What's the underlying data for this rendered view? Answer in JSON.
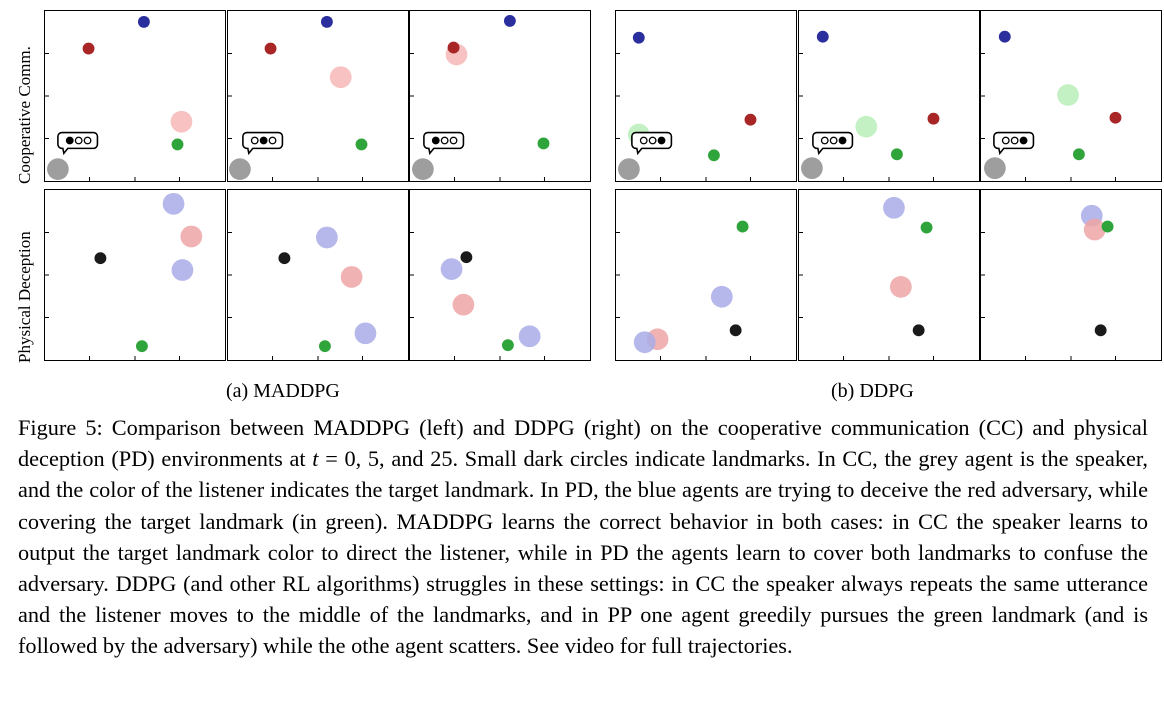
{
  "row_labels": {
    "top": "Cooperative Comm.",
    "bottom": "Physical Deception"
  },
  "subcaptions": {
    "left": "(a) MADDPG",
    "right": "(b) DDPG"
  },
  "caption": {
    "label": "Figure 5:",
    "text_before_t": " Comparison between MADDPG (left) and DDPG (right) on the cooperative communication (CC) and physical deception (PD) environments at ",
    "t_var": "t",
    "text_after_t": " = 0, 5, and 25.  Small dark circles indicate landmarks. In CC, the grey agent is the speaker, and the color of the listener indicates the target landmark. In PD, the blue agents are trying to deceive the red adversary, while covering the target landmark (in green). MADDPG learns the correct behavior in both cases: in CC the speaker learns to output the target landmark color to direct the listener, while in PD the agents learn to cover both landmarks to confuse the adversary. DDPG (and other RL algorithms) struggles in these settings: in CC the speaker always repeats the same utterance and the listener moves to the middle of the landmarks, and in PP one agent greedily pursues the green landmark (and is followed by the adversary) while the othe agent scatters. See video for full trajectories."
  },
  "colors": {
    "landmark_blue": "#2b2f9e",
    "landmark_red": "#a82626",
    "landmark_green": "#2fa43a",
    "landmark_black": "#1a1a1a",
    "speaker_grey": "#9e9e9e",
    "listener_pink": "#f7b7b7",
    "listener_green": "#b9efb9",
    "agent_blue": "#a9abe8",
    "adversary_red": "#eda5a5"
  },
  "speech_bubbles": {
    "maddpg_t0": [
      1,
      0,
      0
    ],
    "maddpg_t5": [
      0,
      1,
      0
    ],
    "maddpg_t25": [
      1,
      0,
      0
    ],
    "ddpg_t0": [
      0,
      0,
      1
    ],
    "ddpg_t5": [
      0,
      0,
      1
    ],
    "ddpg_t25": [
      0,
      0,
      1
    ]
  }
}
